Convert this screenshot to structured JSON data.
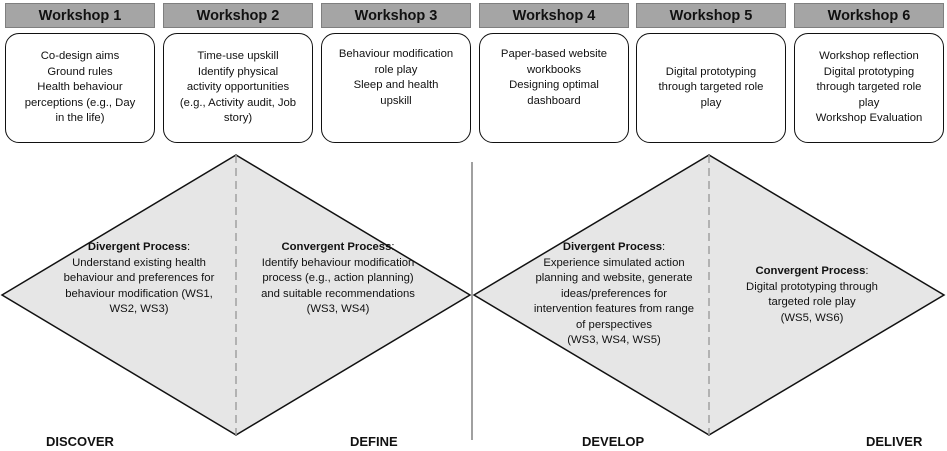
{
  "workshops": [
    {
      "header": "Workshop 1",
      "lines": [
        "Co-design aims",
        "Ground rules",
        "Health behaviour",
        "perceptions (e.g., Day",
        "in the life)"
      ]
    },
    {
      "header": "Workshop 2",
      "lines": [
        "Time-use upskill",
        "Identify physical",
        "activity opportunities",
        "(e.g., Activity audit, Job",
        "story)"
      ]
    },
    {
      "header": "Workshop 3",
      "lines": [
        "Behaviour modification",
        "role play",
        "Sleep and health",
        "upskill"
      ]
    },
    {
      "header": "Workshop 4",
      "lines": [
        "Paper-based website",
        "workbooks",
        "Designing optimal",
        "dashboard"
      ]
    },
    {
      "header": "Workshop 5",
      "lines": [
        "Digital prototyping",
        "through targeted role",
        "play"
      ]
    },
    {
      "header": "Workshop 6",
      "lines": [
        "Workshop reflection",
        "Digital prototyping",
        "through targeted role",
        "play",
        "Workshop Evaluation"
      ]
    }
  ],
  "processes": [
    {
      "title": "Divergent Process",
      "lines": [
        "Understand existing health",
        "behaviour and preferences for",
        "behaviour modification (WS1,",
        "WS2, WS3)"
      ]
    },
    {
      "title": "Convergent Process",
      "lines": [
        "Identify behaviour modification",
        "process (e.g., action planning)",
        "and suitable recommendations",
        "(WS3, WS4)"
      ]
    },
    {
      "title": "Divergent Process",
      "lines": [
        "Experience simulated action",
        "planning and website, generate",
        "ideas/preferences for",
        "intervention features from range",
        "of perspectives",
        "(WS3, WS4, WS5)"
      ]
    },
    {
      "title": "Convergent Process",
      "lines": [
        "Digital prototyping through",
        "targeted role play",
        "(WS5, WS6)"
      ]
    }
  ],
  "phases": [
    "DISCOVER",
    "DEFINE",
    "DEVELOP",
    "DELIVER"
  ],
  "colors": {
    "header_fill": "#a5a5a5",
    "diamond_fill": "#e6e6e6",
    "divider": "#a0a0a0"
  }
}
